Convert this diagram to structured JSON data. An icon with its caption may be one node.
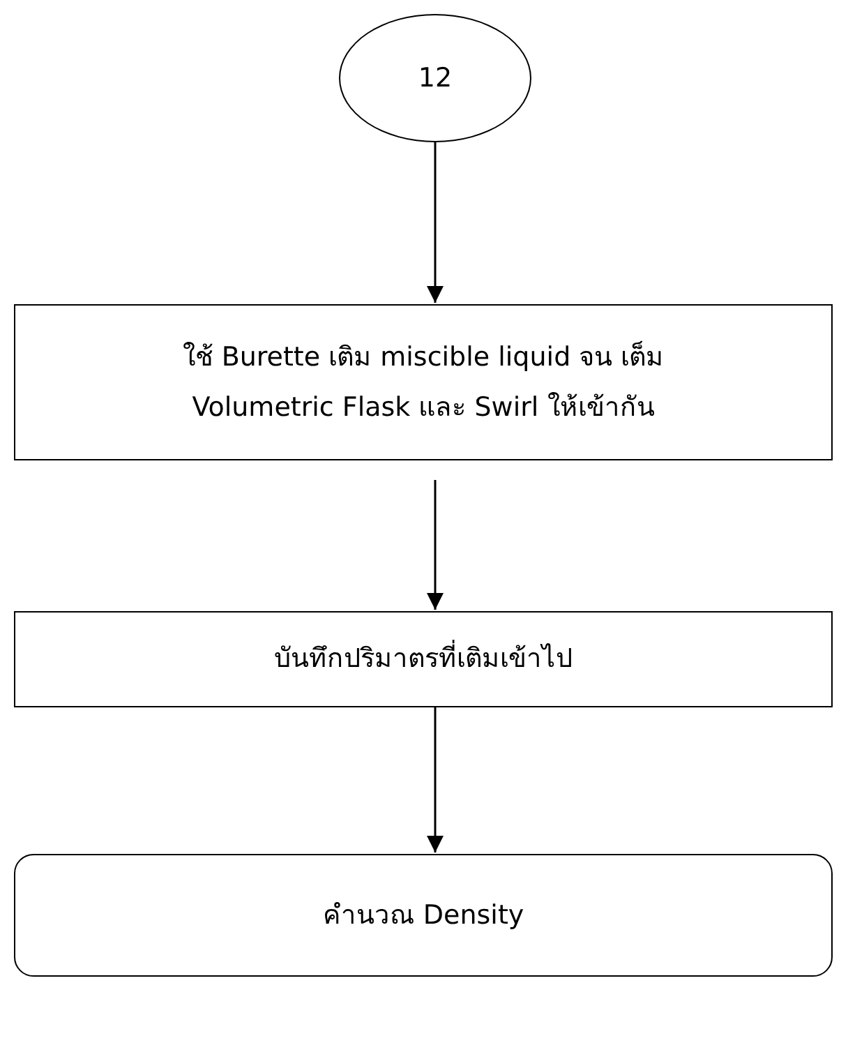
{
  "diagram": {
    "nodes": [
      {
        "text": [
          "12"
        ]
      },
      {
        "text": [
          "ใช้ Burette เติม miscible liquid จน เต็ม Volumetric Flask และ Swirl ให้เข้ากัน"
        ]
      },
      {
        "text": [
          "บันทึกปริมาตรที่เติมเข้าไป"
        ]
      },
      {
        "text": [
          "คำนวณ Density"
        ]
      }
    ],
    "edges": [
      {
        "from": 0,
        "to": 1,
        "arrow": "to"
      },
      {
        "from": 1,
        "to": 2,
        "arrow": "to"
      },
      {
        "from": 2,
        "to": 3,
        "arrow": "to"
      }
    ]
  }
}
